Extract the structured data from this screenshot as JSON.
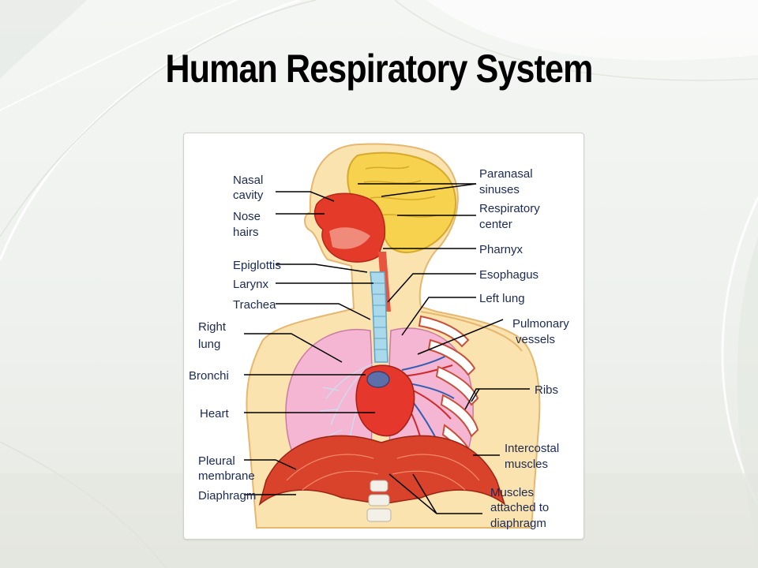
{
  "title": "Human Respiratory System",
  "labels": {
    "nasal_cavity": [
      "Nasal",
      "cavity"
    ],
    "nose_hairs": [
      "Nose",
      "hairs"
    ],
    "epiglottis": "Epiglottis",
    "larynx": "Larynx",
    "trachea": "Trachea",
    "right_lung": [
      "Right",
      "lung"
    ],
    "bronchi": "Bronchi",
    "heart": "Heart",
    "pleural_membrane": [
      "Pleural",
      "membrane"
    ],
    "diaphragm": "Diaphragm",
    "paranasal_sinuses": [
      "Paranasal",
      "sinuses"
    ],
    "respiratory_center": [
      "Respiratory",
      "center"
    ],
    "pharnyx": "Pharnyx",
    "esophagus": "Esophagus",
    "left_lung": "Left lung",
    "pulmonary_vessels": [
      "Pulmonary",
      "vessels"
    ],
    "ribs": "Ribs",
    "intercostal_muscles": [
      "Intercostal",
      "muscles"
    ],
    "muscles_attached": [
      "Muscles",
      "attached to",
      "diaphragm"
    ]
  },
  "colors": {
    "label_text": "#1b2a55",
    "skin": "#fbe3b0",
    "brain": "#f6d24e",
    "airway": "#e33a2a",
    "lung": "#f4b6d2",
    "trachea": "#a9d9ea",
    "diaphragm": "#d9422b"
  }
}
